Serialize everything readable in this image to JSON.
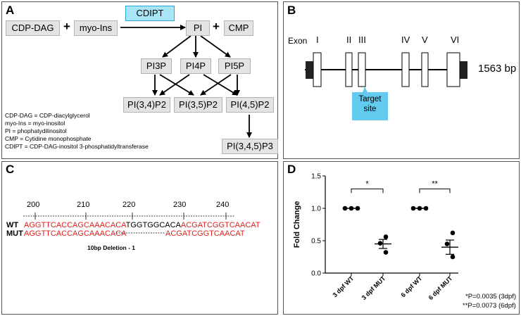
{
  "panels": {
    "a": "A",
    "b": "B",
    "c": "C",
    "d": "D"
  },
  "pathway": {
    "cdp_dag": "CDP-DAG",
    "myo_ins": "myo-Ins",
    "plus": "+",
    "enzyme": "CDIPT",
    "pi": "PI",
    "cmp": "CMP",
    "pi3p": "PI3P",
    "pi4p": "PI4P",
    "pi5p": "PI5P",
    "pi34p2": "PI(3,4)P2",
    "pi35p2": "PI(3,5)P2",
    "pi45p2": "PI(4,5)P2",
    "pi345p3": "PI(3,4,5)P3",
    "legend": [
      "CDP-DAG = CDP-diacylglycerol",
      "myo-Ins = myo-inositol",
      "PI = phophatydilinositol",
      "CMP = Cytidine monophosphate",
      "CDIPT = CDP-DAG-inositol 3-phosphatidyltransferase"
    ]
  },
  "gene": {
    "exon_label": "Exon",
    "exons": [
      "I",
      "II",
      "III",
      "IV",
      "V",
      "VI"
    ],
    "length": "1563 bp",
    "target": [
      "Target",
      "site"
    ],
    "colors": {
      "target": "#63cbef",
      "ends": "#222222"
    }
  },
  "sequence": {
    "ruler": [
      "200",
      "210",
      "220",
      "230",
      "240"
    ],
    "wt_label": "WT",
    "mut_label": "MUT",
    "wt_left": "AGGTTCACCAGCAAACACA",
    "wt_mid": "TGGTGGCACA",
    "wt_right": "ACGATCGGTCAACAT",
    "mut_left": "AGGTTCACCAGCAAACACA",
    "mut_right": "ACGATCGGTCAACAT",
    "deletion_label": "10bp Deletion - 1",
    "colors": {
      "match": "#e0201b",
      "deleted": "#000000"
    }
  },
  "chart_data": {
    "type": "scatter",
    "ylabel": "Fold Change",
    "ylim": [
      0,
      1.5
    ],
    "yticks": [
      "0.0",
      "0.5",
      "1.0",
      "1.5"
    ],
    "categories": [
      "3 dpf WT",
      "3 dpf MUT",
      "6 dpf WT",
      "6 dpf MUT"
    ],
    "points": [
      [
        1.0,
        1.0,
        1.0
      ],
      [
        0.56,
        0.46,
        0.32
      ],
      [
        1.0,
        1.0,
        1.0
      ],
      [
        0.62,
        0.45,
        0.25
      ]
    ],
    "means": [
      1.0,
      0.45,
      1.0,
      0.4
    ],
    "sem": [
      0.0,
      0.07,
      0.0,
      0.11
    ],
    "significance": [
      {
        "pair": [
          0,
          1
        ],
        "label": "*"
      },
      {
        "pair": [
          2,
          3
        ],
        "label": "**"
      }
    ],
    "annotations": [
      "*P=0.0035 (3dpf)",
      "**P=0.0073 (6dpf)"
    ]
  }
}
